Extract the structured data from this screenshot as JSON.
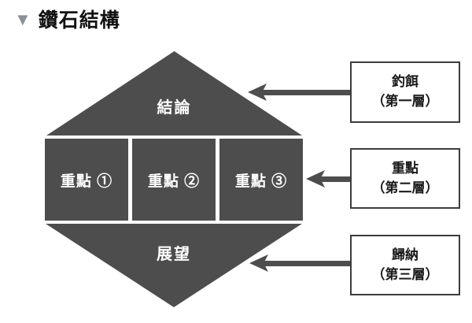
{
  "title": {
    "marker": "▼",
    "text": "鑽石結構"
  },
  "diamond": {
    "top_label": "結論",
    "point_labels": [
      "重點 ①",
      "重點 ②",
      "重點 ③"
    ],
    "bottom_label": "展望",
    "fill_color": "#4d4d4d",
    "label_color": "#ffffff"
  },
  "callouts": [
    {
      "title": "釣餌",
      "subtitle": "（第一層）"
    },
    {
      "title": "重點",
      "subtitle": "（第二層）"
    },
    {
      "title": "歸納",
      "subtitle": "（第三層）"
    }
  ],
  "colors": {
    "background": "#ffffff",
    "shape_gray": "#4d4d4d",
    "callout_border": "#3c3c3c",
    "title_marker_gray": "#8d9094",
    "text_black": "#1a1a1a"
  }
}
